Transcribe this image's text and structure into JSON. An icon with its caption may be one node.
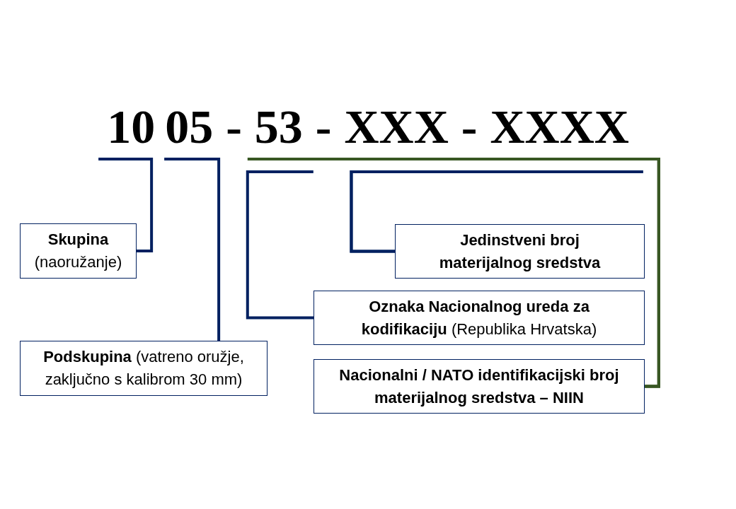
{
  "diagram": {
    "nodes": [
      {
        "text": [
          "10"
        ]
      },
      {
        "text": [
          "05"
        ]
      },
      {
        "text": [
          "53"
        ]
      },
      {
        "text": [
          "XXX"
        ]
      },
      {
        "text": [
          "XXXX"
        ]
      },
      {
        "text": [
          "Skupina",
          "(naoružanje)"
        ]
      },
      {
        "text": [
          "Jedinstveni broj materijalnog sredstva"
        ]
      },
      {
        "text": [
          "**Oznaka Nacionalnog ureda za kodifikaciju** (Republika Hrvatska)"
        ]
      },
      {
        "text": [
          "**Podskupina** (vatreno oružje, zaključno s kalibrom 30 mm)"
        ]
      },
      {
        "text": [
          "Nacionalni / NATO identifikacijski broj materijalnog sredstva – NIIN"
        ]
      }
    ],
    "edges": [
      {
        "from": 5,
        "to": 0,
        "arrow": "none"
      },
      {
        "from": 8,
        "to": 1,
        "arrow": "none"
      },
      {
        "from": 7,
        "to": 2,
        "arrow": "none"
      },
      {
        "from": 6,
        "to": 3,
        "arrow": "none"
      },
      {
        "from": 6,
        "to": 4,
        "arrow": "none"
      },
      {
        "from": 9,
        "to": 2,
        "arrow": "none",
        "color": "#385723"
      },
      {
        "from": 9,
        "to": 3,
        "arrow": "none",
        "color": "#385723"
      },
      {
        "from": 9,
        "to": 4,
        "arrow": "none",
        "color": "#385723"
      }
    ],
    "labels": [
      "-",
      "-",
      "-"
    ]
  }
}
